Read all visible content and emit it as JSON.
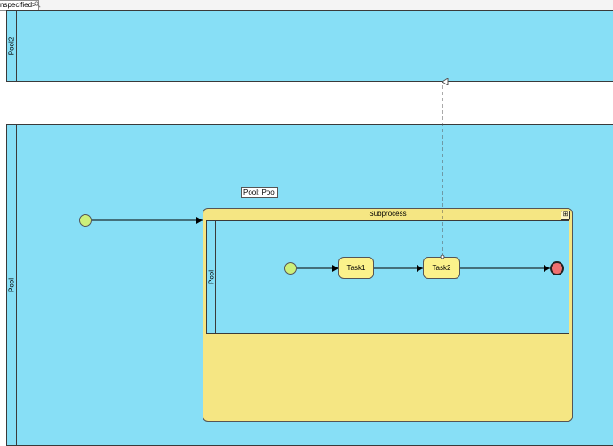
{
  "toolbar": {
    "field_text": "nspecified>"
  },
  "pools": {
    "top_label": "Pool2",
    "main_label": "Pool"
  },
  "subprocess": {
    "tag": "Pool: Pool",
    "title": "Subprocess",
    "inner_pool_label": "Pool"
  },
  "tasks": {
    "task1": "Task1",
    "task2": "Task2"
  },
  "colors": {
    "pool": "#87dff6",
    "subprocess": "#f5e683",
    "task": "#fbf28b",
    "start_event": "#cdf07a",
    "end_event": "#f07070"
  }
}
